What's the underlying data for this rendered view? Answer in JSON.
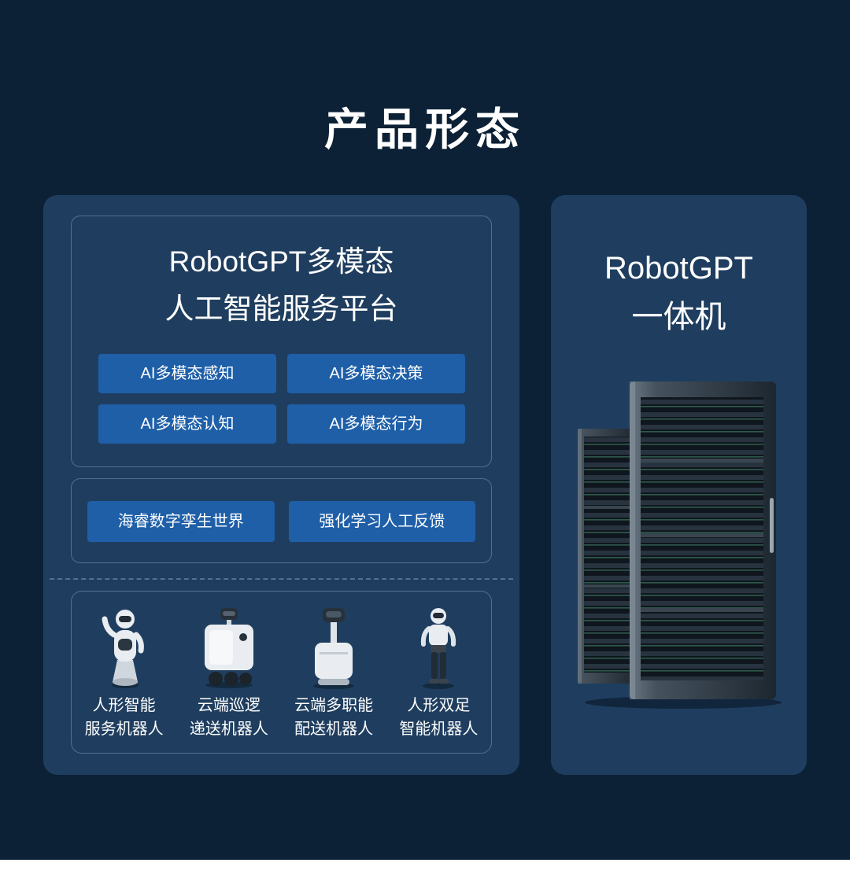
{
  "page": {
    "title": "产品形态"
  },
  "colors": {
    "background": "#0C2136",
    "panel": "#1F3E5F",
    "button": "#1E5FA8",
    "box_border": "#4F7096",
    "text": "#FFFFFF",
    "strip": "#FFFFFF"
  },
  "left_panel": {
    "platform_box": {
      "title_line1": "RobotGPT多模态",
      "title_line2": "人工智能服务平台",
      "buttons": [
        "AI多模态感知",
        "AI多模态决策",
        "AI多模态认知",
        "AI多模态行为"
      ]
    },
    "tech_box": {
      "buttons": [
        "海睿数字孪生世界",
        "强化学习人工反馈"
      ]
    },
    "robot_box": {
      "robots": [
        {
          "icon": "humanoid-service-robot",
          "label_line1": "人形智能",
          "label_line2": "服务机器人"
        },
        {
          "icon": "patrol-delivery-robot",
          "label_line1": "云端巡逻",
          "label_line2": "递送机器人"
        },
        {
          "icon": "multirole-delivery-robot",
          "label_line1": "云端多职能",
          "label_line2": "配送机器人"
        },
        {
          "icon": "bipedal-humanoid-robot",
          "label_line1": "人形双足",
          "label_line2": "智能机器人"
        }
      ]
    }
  },
  "right_panel": {
    "title_line1": "RobotGPT",
    "title_line2": "一体机",
    "image": "server-rack"
  }
}
